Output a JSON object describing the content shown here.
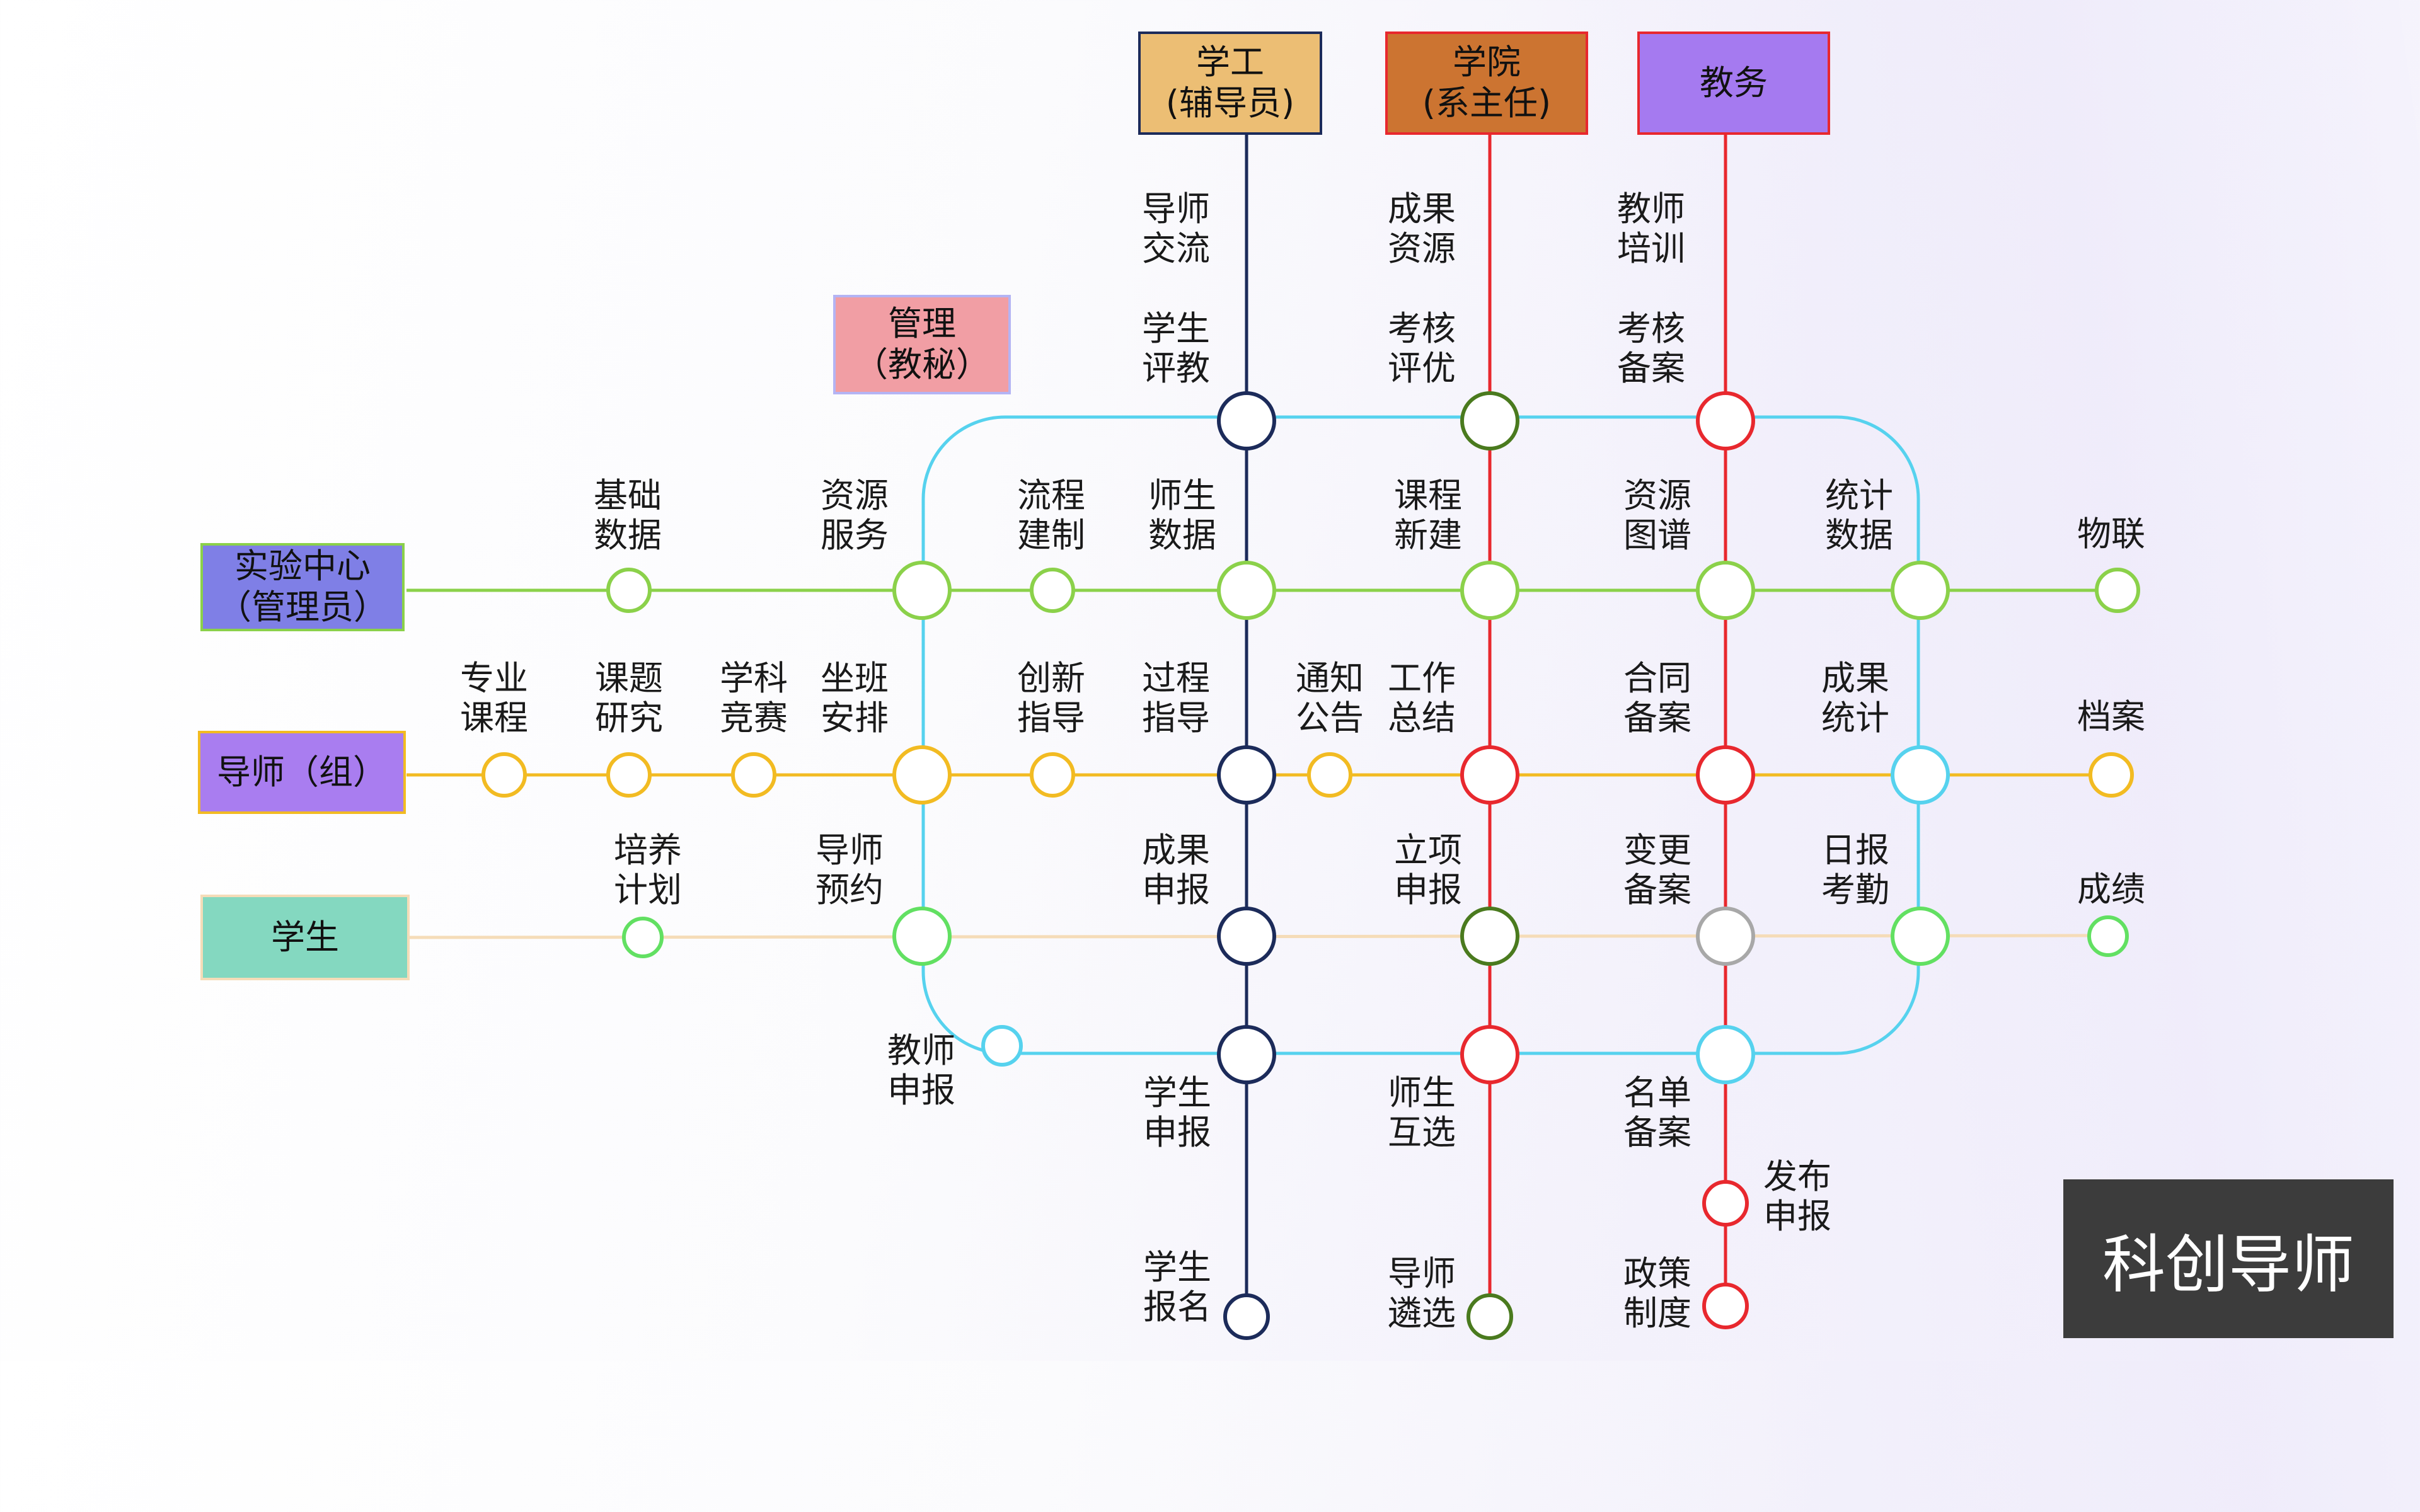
{
  "title": "科创导师",
  "roles": {
    "xuegong": "学工\n(辅导员)",
    "xueyuan": "学院\n(系主任)",
    "jiaowu": "教务",
    "guanli": "管理\n（教秘）",
    "lab": "实验中心\n（管理员）",
    "mentor": "导师（组）",
    "student": "学生"
  },
  "labels": {
    "daoshi_jiaoliu": "导师\n交流",
    "chengguo_ziyuan": "成果\n资源",
    "jiaoshi_peixun": "教师\n培训",
    "xuesheng_pingjiao": "学生\n评教",
    "kaohe_pingyou": "考核\n评优",
    "kaohe_bei_an": "考核\n备案",
    "jichu_shuju": "基础\n数据",
    "ziyuan_fuwu": "资源\n服务",
    "liucheng_jianzhi": "流程\n建制",
    "shisheng_shuju": "师生\n数据",
    "kecheng_xinjian": "课程\n新建",
    "ziyuan_tupu": "资源\n图谱",
    "tongji_shuju": "统计\n数据",
    "wulian": "物联",
    "zhuanye_kecheng": "专业\n课程",
    "keti_yanjiu": "课题\n研究",
    "xueke_jingsai": "学科\n竞赛",
    "zuoban_anpai": "坐班\n安排",
    "chuangxin_zhidao": "创新\n指导",
    "guocheng_zhidao": "过程\n指导",
    "tongzhi_gonggao": "通知\n公告",
    "gongzuo_zongjie": "工作\n总结",
    "hetong_bei_an": "合同\n备案",
    "chengguo_tongji": "成果\n统计",
    "dang_an": "档案",
    "peiyang_jihua": "培养\n计划",
    "daoshi_yuyue": "导师\n预约",
    "chengguo_shenbao": "成果\n申报",
    "lixiang_shenbao": "立项\n申报",
    "biangeng_bei_an": "变更\n备案",
    "ribao_kaoqin": "日报\n考勤",
    "chengji": "成绩",
    "jiaoshi_shenbao": "教师\n申报",
    "xuesheng_shenbao": "学生\n申报",
    "shisheng_huxuan": "师生\n互选",
    "mingdan_bei_an": "名单\n备案",
    "fabu_shenbao": "发布\n申报",
    "xuesheng_baoming": "学生\n报名",
    "daoshi_linxuan": "导师\n遴选",
    "zhengce_zhidu": "政策\n制度"
  },
  "colors": {
    "xuegong_line": "#1c2b5a",
    "xueyuan_line": "#e8282e",
    "jiaowu_line": "#e8282e",
    "xueyuan_node": "#4a7a1e",
    "loop": "#56d2ee",
    "lab_line": "#8bd14a",
    "mentor_line": "#f2bb22",
    "student_line": "#f5dcb8",
    "student_node": "#62e062",
    "gray_node": "#a8a8a8",
    "xuegong_box": "#ecbe74",
    "xueyuan_box": "#cc7431",
    "jiaowu_box": "#a57af0",
    "guanli_box": "#f19ea4",
    "lab_box": "#7f7fe6",
    "mentor_box": "#a97df0",
    "student_box": "#84d8c0",
    "title_bg": "#3c3c3c"
  }
}
